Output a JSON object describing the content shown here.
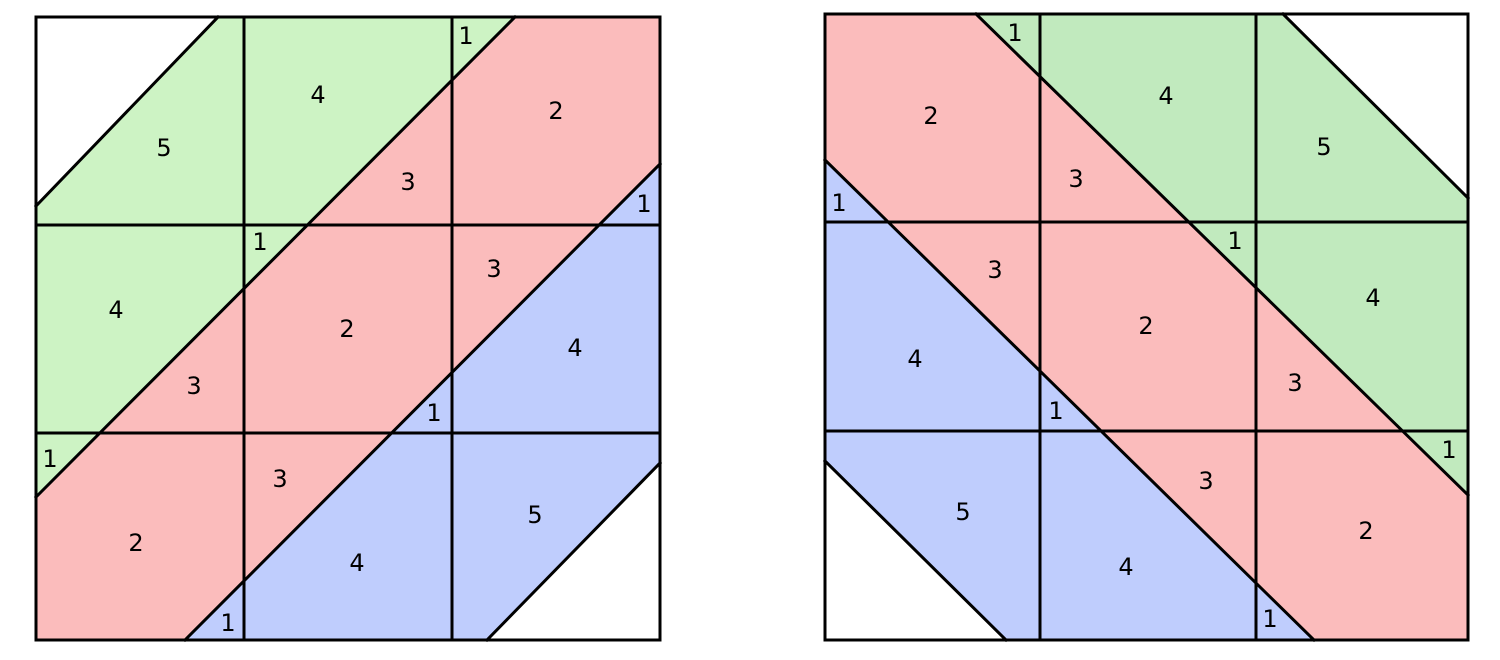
{
  "left_figure": {
    "labels": [
      "5",
      "4",
      "1",
      "2",
      "3",
      "1",
      "1",
      "4",
      "2",
      "3",
      "3",
      "4",
      "1",
      "1",
      "2",
      "3",
      "5",
      "4",
      "1"
    ]
  },
  "right_figure": {
    "labels": [
      "1",
      "2",
      "4",
      "3",
      "5",
      "1",
      "1",
      "3",
      "2",
      "4",
      "4",
      "3",
      "1",
      "1",
      "3",
      "5",
      "4",
      "2",
      "1"
    ]
  },
  "colors": {
    "green": "#cdf3c4",
    "red": "#fbbcbc",
    "blue": "#bfcdfd",
    "line": "#000000"
  }
}
